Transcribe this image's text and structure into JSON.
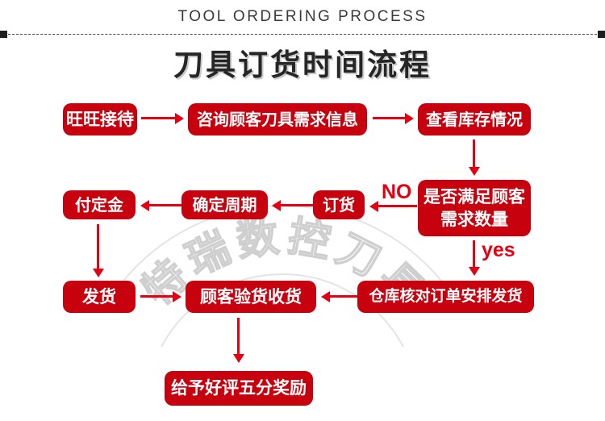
{
  "header": {
    "eyebrow": "TOOL ORDERING PROCESS",
    "title": "刀具订货时间流程"
  },
  "watermark": {
    "text": "特瑞数控刀具"
  },
  "flow": {
    "nodes": [
      {
        "id": "wangwang-reception",
        "label": "旺旺接待"
      },
      {
        "id": "consult-customer-tool-needs",
        "label": "咨询顾客刀具需求信息"
      },
      {
        "id": "check-inventory",
        "label": "查看库存情况"
      },
      {
        "id": "meets-customer-quantity",
        "label": "是否满足顾客\n需求数量"
      },
      {
        "id": "place-order",
        "label": "订货"
      },
      {
        "id": "confirm-lead-time",
        "label": "确定周期"
      },
      {
        "id": "pay-deposit",
        "label": "付定金"
      },
      {
        "id": "warehouse-verify-arrange-shipment",
        "label": "仓库核对订单安排发货"
      },
      {
        "id": "customer-inspect-receive",
        "label": "顾客验货收货"
      },
      {
        "id": "ship-goods",
        "label": "发货"
      },
      {
        "id": "five-star-review-reward",
        "label": "给予好评五分奖励"
      }
    ],
    "edge_labels": {
      "no": "NO",
      "yes": "yes"
    }
  },
  "colors": {
    "box_red": "#c7010d",
    "arrow_red": "#e60012",
    "watermark_gray": "#cfcfcf",
    "ring_gray": "#e4e4e4",
    "text_dark": "#262626"
  }
}
